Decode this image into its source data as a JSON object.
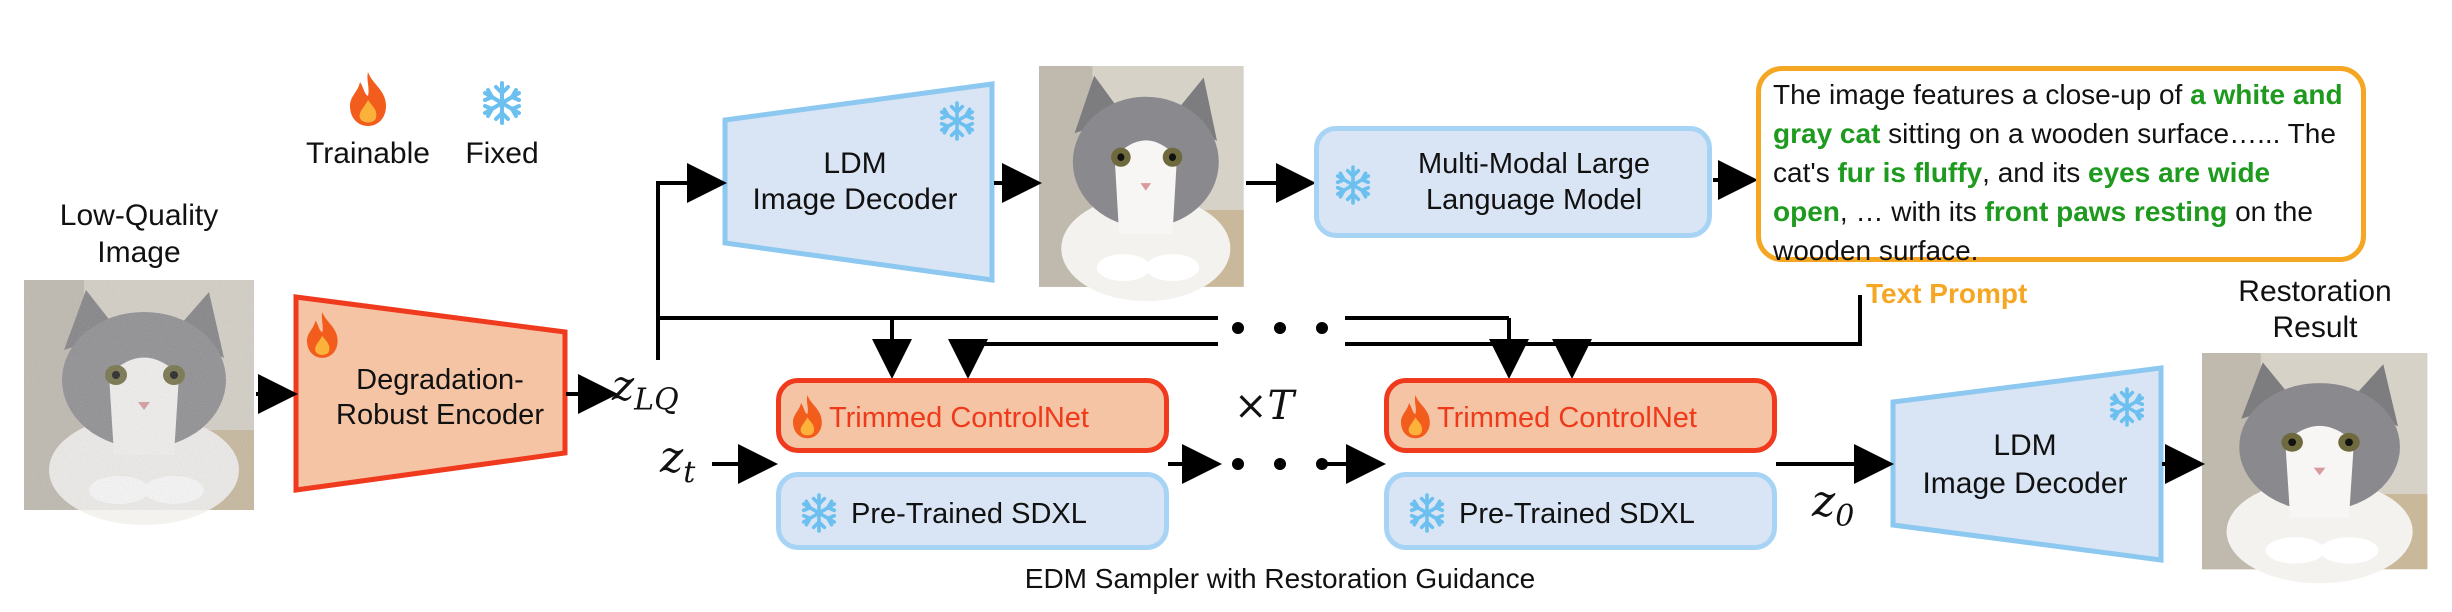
{
  "legend": {
    "trainable_label": "Trainable",
    "fixed_label": "Fixed"
  },
  "input": {
    "title_line1": "Low-Quality",
    "title_line2": "Image"
  },
  "encoder": {
    "line1": "Degradation-",
    "line2": "Robust Encoder"
  },
  "latents": {
    "z_lq": "z",
    "z_lq_sub": "LQ",
    "z_t": "z",
    "z_t_sub": "t",
    "z_0": "z",
    "z_0_sub": "0"
  },
  "decoder_top": {
    "line1": "LDM",
    "line2": "Image Decoder"
  },
  "mllm": {
    "line1": "Multi-Modal Large",
    "line2": "Language Model"
  },
  "text_prompt": {
    "segments": [
      {
        "text": "The image features a close-up of ",
        "emphasis": false
      },
      {
        "text": "a white and gray cat",
        "emphasis": true
      },
      {
        "text": " sitting on a wooden surface…... The cat's ",
        "emphasis": false
      },
      {
        "text": "fur is fluffy",
        "emphasis": true
      },
      {
        "text": ", and its ",
        "emphasis": false
      },
      {
        "text": "eyes are wide open",
        "emphasis": true
      },
      {
        "text": ", … with its ",
        "emphasis": false
      },
      {
        "text": "front paws resting",
        "emphasis": true
      },
      {
        "text": " on the wooden surface.",
        "emphasis": false
      }
    ],
    "caption": "Text Prompt"
  },
  "sampler": {
    "controlnet_label": "Trimmed ControlNet",
    "sdxl_label": "Pre-Trained SDXL",
    "times_label": "×T",
    "caption": "EDM Sampler with Restoration Guidance"
  },
  "decoder_bottom": {
    "line1": "LDM",
    "line2": "Image Decoder"
  },
  "output": {
    "title_line1": "Restoration",
    "title_line2": "Result"
  },
  "colors": {
    "trainable_fill": "#f5c4a5",
    "trainable_border": "#ef3a1d",
    "fixed_fill": "#d9e4f4",
    "fixed_border": "#a7d4f5",
    "prompt_border": "#f5a623",
    "prompt_caption": "#f5a623",
    "emphasis_text": "#1e9a1e"
  },
  "icons": {
    "trainable": "fire-icon",
    "fixed": "snowflake-icon"
  }
}
